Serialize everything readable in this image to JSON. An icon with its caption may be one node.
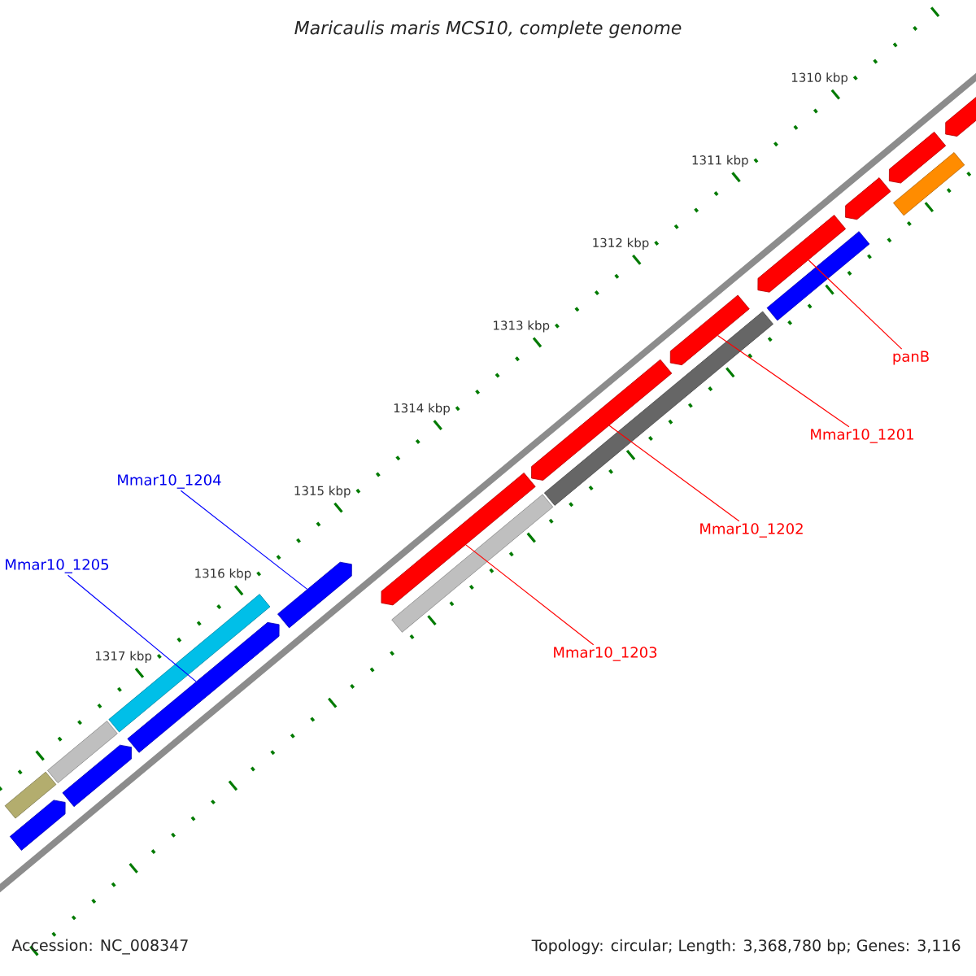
{
  "diagram": {
    "title": "Maricaulis maris MCS10, complete genome",
    "nodes": [
      {
        "text": [
          "panB"
        ]
      },
      {
        "text": [
          "Mmar10_1201"
        ]
      },
      {
        "text": [
          "Mmar10_1202"
        ]
      },
      {
        "text": [
          "Mmar10_1204"
        ]
      },
      {
        "text": [
          "Mmar10_1205"
        ]
      },
      {
        "text": [
          "Mmar10_1203"
        ]
      },
      {
        "text": [],
        "shape": "bar"
      },
      {
        "text": [],
        "shape": "pentagon"
      },
      {
        "text": [],
        "shape": "bar"
      },
      {
        "text": [],
        "shape": "pentagon"
      },
      {
        "text": [],
        "shape": "bar"
      },
      {
        "text": [],
        "shape": "pentagon"
      },
      {
        "text": [],
        "shape": "pentagon"
      },
      {
        "text": [],
        "shape": "bar"
      },
      {
        "text": [],
        "shape": "pentagon"
      },
      {
        "text": [],
        "shape": "pentagon"
      },
      {
        "text": [],
        "shape": "bar"
      },
      {
        "text": [],
        "shape": "pentagon"
      },
      {
        "text": [],
        "shape": "bar"
      },
      {
        "text": [],
        "shape": "pentagon"
      },
      {
        "text": [],
        "shape": "pentagon"
      },
      {
        "text": [],
        "shape": "bar"
      },
      {
        "text": [],
        "shape": "pentagon"
      },
      {
        "text": [],
        "shape": "pentagon"
      }
    ],
    "edges": [
      {
        "from": 0,
        "to": 19,
        "arrow": "none"
      },
      {
        "from": 1,
        "to": 17,
        "arrow": "none"
      },
      {
        "from": 2,
        "to": 15,
        "arrow": "none"
      },
      {
        "from": 3,
        "to": 12,
        "arrow": "none",
        "color": "#0000ff"
      },
      {
        "from": 4,
        "to": 11,
        "arrow": "none",
        "color": "#0000ff"
      },
      {
        "from": 5,
        "to": 14,
        "arrow": "none"
      }
    ],
    "labels": [
      "1310 kbp",
      "1311 kbp",
      "1312 kbp",
      "1313 kbp",
      "1314 kbp",
      "1315 kbp",
      "1316 kbp",
      "1317 kbp",
      "Accession: NC_008347",
      "Topology: circular; Length: 3,368,780 bp; Genes: 3,116"
    ]
  }
}
